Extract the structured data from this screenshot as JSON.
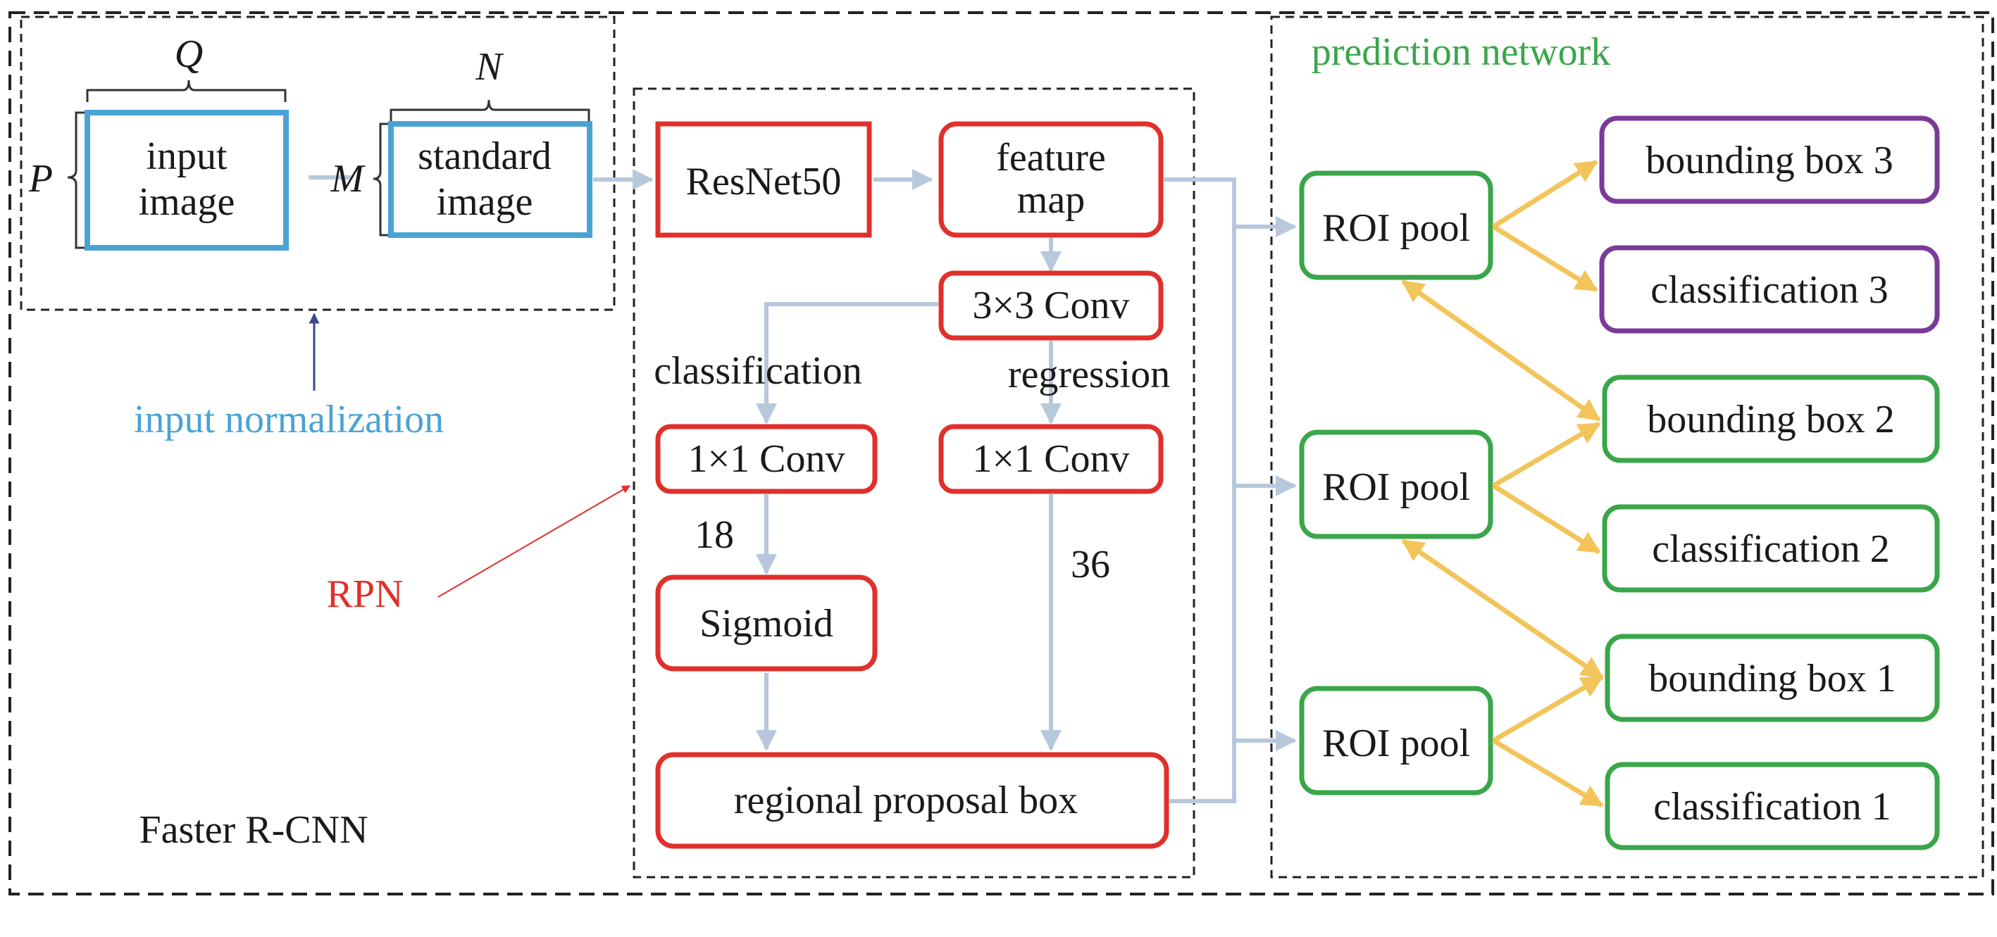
{
  "colors": {
    "blue_box": "#4aa3d4",
    "red_box": "#e0302b",
    "green_box": "#3aa64a",
    "purple_box": "#7b3a9a",
    "arrow_gray": "#b8c8dc",
    "arrow_yellow": "#f3c45a",
    "dashed_border": "#222222",
    "text_blue": "#4aa3d4",
    "text_red": "#e0302b",
    "text_green": "#3aa64a"
  },
  "labels": {
    "Q": "Q",
    "N": "N",
    "P": "P",
    "M": "M",
    "input_image_l1": "input",
    "input_image_l2": "image",
    "standard_image_l1": "standard",
    "standard_image_l2": "image",
    "input_normalization": "input normalization",
    "rpn": "RPN",
    "faster_rcnn": "Faster R-CNN",
    "resnet": "ResNet50",
    "feature_map_l1": "feature",
    "feature_map_l2": "map",
    "conv3x3": "3×3 Conv",
    "classification": "classification",
    "regression": "regression",
    "conv1x1_cls": "1×1 Conv",
    "conv1x1_reg": "1×1 Conv",
    "num18": "18",
    "num36": "36",
    "sigmoid": "Sigmoid",
    "regional_proposal_box": "regional proposal box",
    "prediction_network": "prediction network",
    "roi_pool_1": "ROI pool",
    "roi_pool_2": "ROI pool",
    "roi_pool_3": "ROI pool",
    "bbox3": "bounding box 3",
    "cls3": "classification 3",
    "bbox2": "bounding box 2",
    "cls2": "classification 2",
    "bbox1": "bounding box 1",
    "cls1": "classification 1"
  }
}
